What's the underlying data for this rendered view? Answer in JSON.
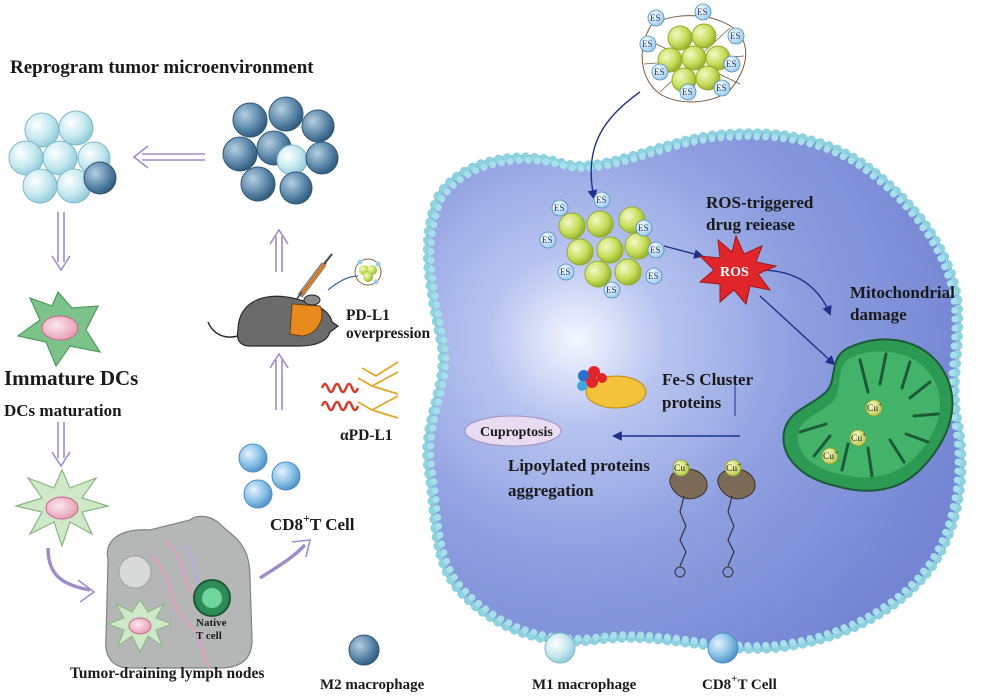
{
  "labels": {
    "title": "Reprogram tumor microenvironment",
    "immature_dcs": "Immature DCs",
    "dcs_maturation": "DCs maturation",
    "lymph_nodes": "Tumor-draining lymph nodes",
    "native_t_cell_1": "Native",
    "native_t_cell_2": "T cell",
    "cd8_prefix": "CD8",
    "cd8_sup": "+",
    "cd8_suffix": "T Cell",
    "pdl1_1": "PD-L1",
    "pdl1_2": "overpression",
    "apdl1": "αPD-L1",
    "ros_release_1": "ROS-triggered",
    "ros_release_2": "drug reiease",
    "ros": "ROS",
    "mito_1": "Mitochondrial",
    "mito_2": "damage",
    "fes_1": "Fe-S Cluster",
    "fes_2": "proteins",
    "cuproptosis": "Cuproptosis",
    "lipo_1": "Lipoylated proteins",
    "lipo_2": "aggregation",
    "es": "ES",
    "cu": "Cu",
    "cu_sup": "+"
  },
  "legend": {
    "m2": "M2 macrophage",
    "m1": "M1 macrophage",
    "cd8_prefix": "CD8",
    "cd8_sup": "+",
    "cd8_suffix": "T Cell"
  },
  "colors": {
    "m2_macrophage": "#4d7fa6",
    "m1_macrophage": "#b9e4ec",
    "cd8_t_cell": "#7ab6e3",
    "tumor_cell": "#8c9fe0",
    "mitochondria": "#2c9a53",
    "ros_burst": "#e0262b",
    "nanoparticle": "#c8e05a",
    "arrow_purple": "#9f8cc9",
    "arrow_navy": "#1f2f8a"
  }
}
